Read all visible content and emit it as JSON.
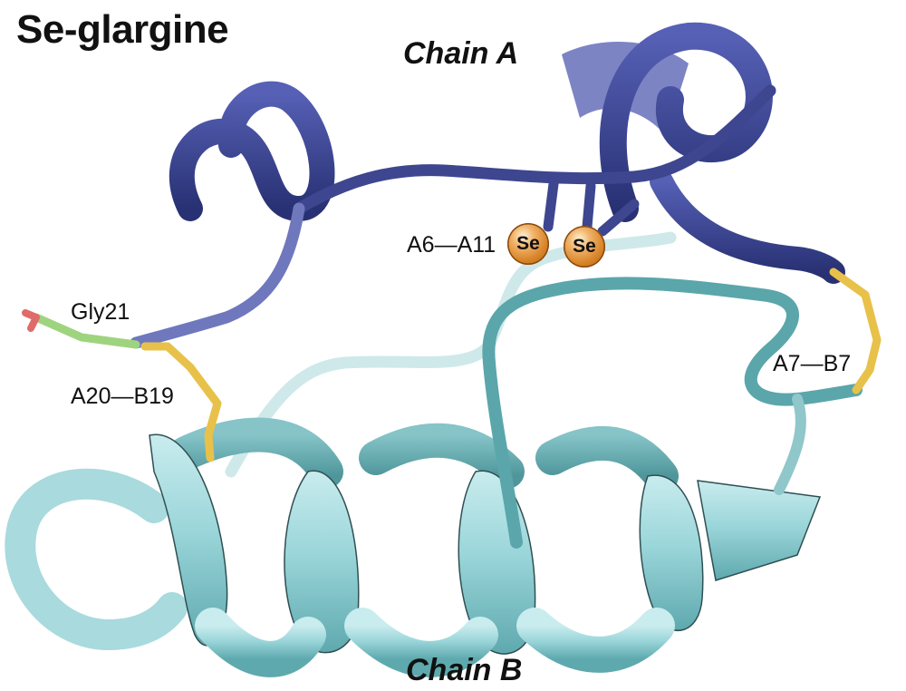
{
  "title": "Se-glargine",
  "chains": {
    "a": {
      "label": "Chain A",
      "color": "#3a4294"
    },
    "b": {
      "label": "Chain B",
      "color": "#8fd0d4"
    }
  },
  "bonds": {
    "diselenide": "A6—A11",
    "interchain_1": "A20—B19",
    "interchain_2": "A7—B7"
  },
  "residue": "Gly21",
  "atoms": {
    "se_1": "Se",
    "se_2": "Se",
    "color": "#e39a45"
  },
  "disulfide_color": "#e8c14a"
}
